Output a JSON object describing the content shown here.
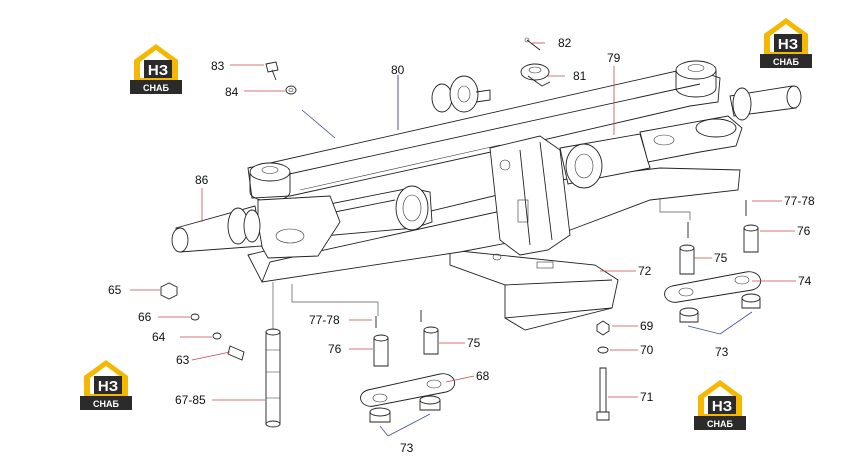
{
  "brand": {
    "logo_letters": "НЗ",
    "logo_word": "СНАБ",
    "colors": {
      "yellow": "#f5b800",
      "dark": "#2b2b2b"
    }
  },
  "labels": {
    "p82": "82",
    "p83": "83",
    "p84": "84",
    "p80": "80",
    "p81": "81",
    "p79": "79",
    "p86": "86",
    "p77_78_right": "77-78",
    "p76_right": "76",
    "p75_right": "75",
    "p72": "72",
    "p74": "74",
    "p65": "65",
    "p66": "66",
    "p64": "64",
    "p63": "63",
    "p67_85": "67-85",
    "p77_78_left": "77-78",
    "p76_left": "76",
    "p75_left": "75",
    "p69": "69",
    "p70": "70",
    "p68": "68",
    "p71": "71",
    "p73_left": "73",
    "p73_right": "73"
  }
}
